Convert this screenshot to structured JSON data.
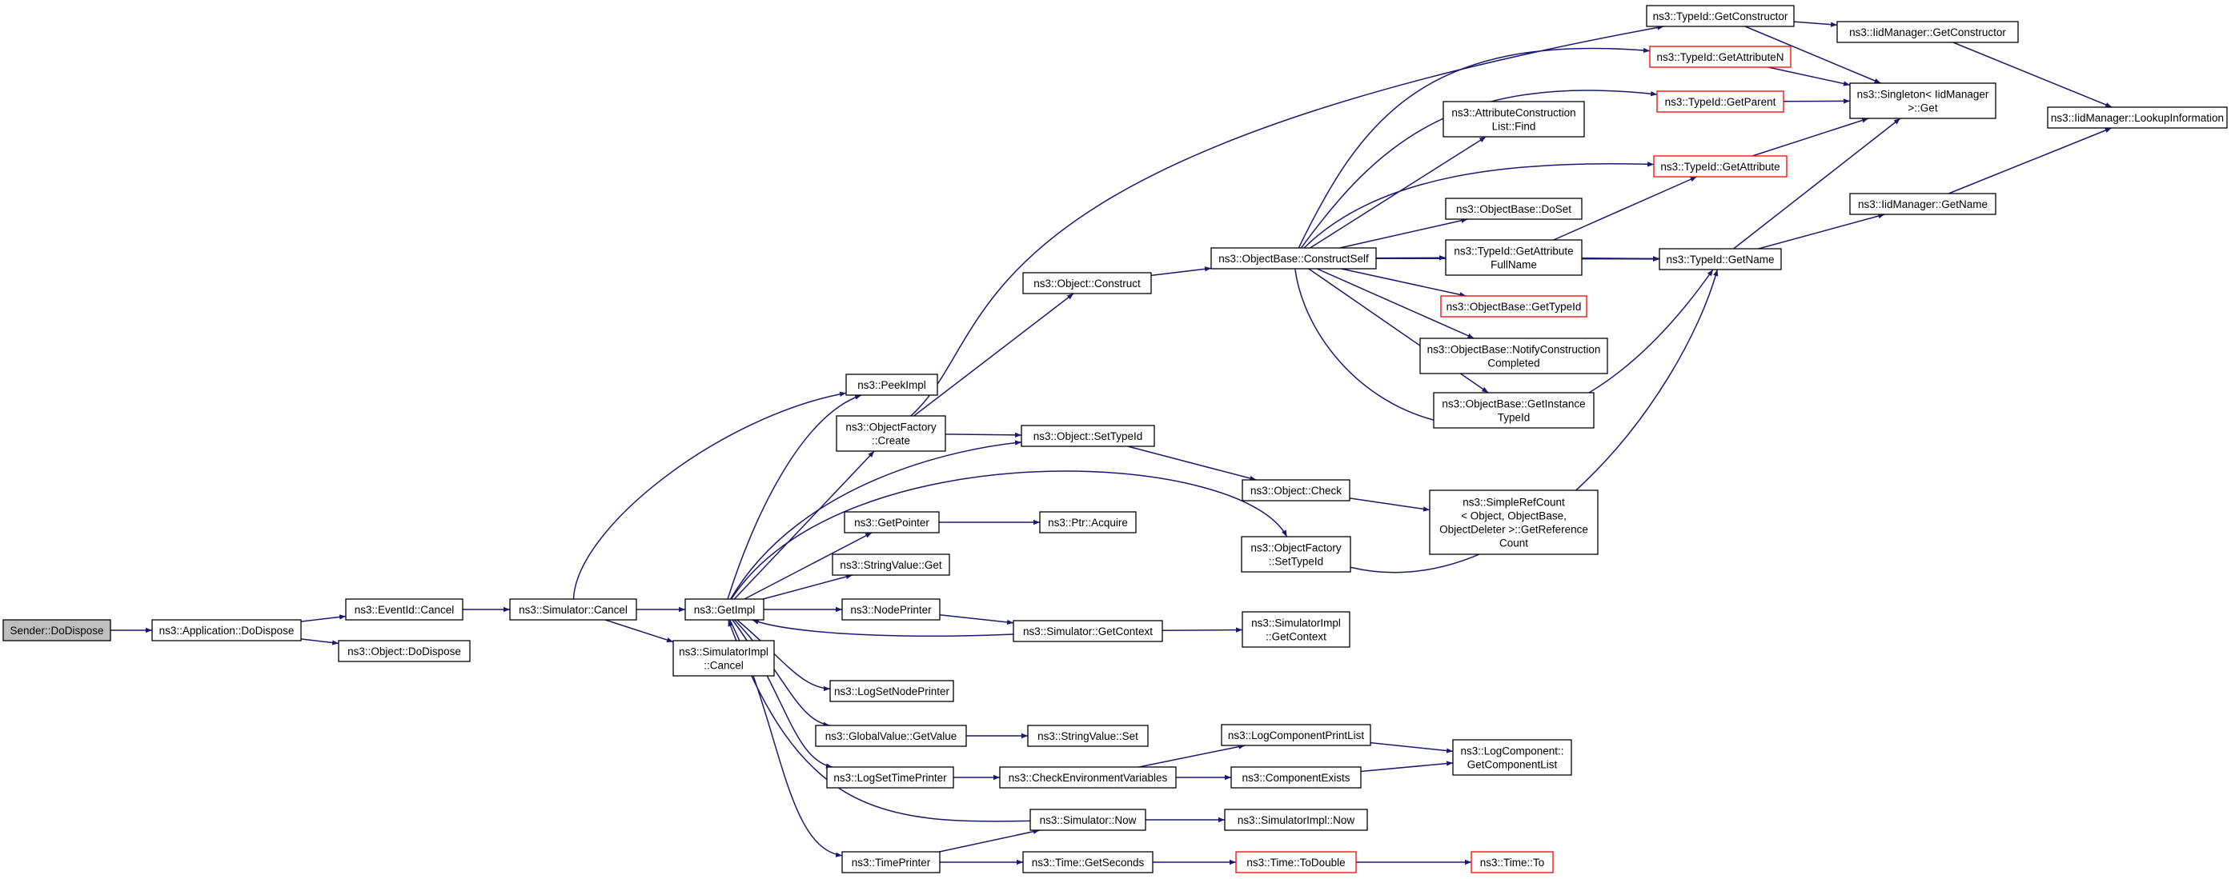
{
  "colors": {
    "edge": "#191970",
    "box_border": "#000000",
    "truncated_border": "#ff0000",
    "root_fill": "#bfbfbf"
  },
  "nodes": {
    "sender_dodispose": {
      "lines": [
        "Sender::DoDispose"
      ],
      "root": true
    },
    "app_dodispose": {
      "lines": [
        "ns3::Application::DoDispose"
      ]
    },
    "eventid_cancel": {
      "lines": [
        "ns3::EventId::Cancel"
      ]
    },
    "object_dodispose": {
      "lines": [
        "ns3::Object::DoDispose"
      ]
    },
    "simulator_cancel": {
      "lines": [
        "ns3::Simulator::Cancel"
      ]
    },
    "getimpl": {
      "lines": [
        "ns3::GetImpl"
      ]
    },
    "simulatorimpl_cancel": {
      "lines": [
        "ns3::SimulatorImpl",
        "::Cancel"
      ]
    },
    "peekimpl": {
      "lines": [
        "ns3::PeekImpl"
      ]
    },
    "objectfactory_create": {
      "lines": [
        "ns3::ObjectFactory",
        "::Create"
      ]
    },
    "getpointer": {
      "lines": [
        "ns3::GetPointer"
      ]
    },
    "stringvalue_get": {
      "lines": [
        "ns3::StringValue::Get"
      ]
    },
    "nodeprinter": {
      "lines": [
        "ns3::NodePrinter"
      ]
    },
    "logsetnodeprinter": {
      "lines": [
        "ns3::LogSetNodePrinter"
      ]
    },
    "globalvalue_getvalue": {
      "lines": [
        "ns3::GlobalValue::GetValue"
      ]
    },
    "logsettimeprinter": {
      "lines": [
        "ns3::LogSetTimePrinter"
      ]
    },
    "timeprinter": {
      "lines": [
        "ns3::TimePrinter"
      ]
    },
    "object_construct": {
      "lines": [
        "ns3::Object::Construct"
      ]
    },
    "object_settypeid": {
      "lines": [
        "ns3::Object::SetTypeId"
      ]
    },
    "ptr_acquire": {
      "lines": [
        "ns3::Ptr::Acquire"
      ]
    },
    "simulator_getcontext": {
      "lines": [
        "ns3::Simulator::GetContext"
      ]
    },
    "stringvalue_set": {
      "lines": [
        "ns3::StringValue::Set"
      ]
    },
    "checkenv": {
      "lines": [
        "ns3::CheckEnvironmentVariables"
      ]
    },
    "simulator_now": {
      "lines": [
        "ns3::Simulator::Now"
      ]
    },
    "time_getseconds": {
      "lines": [
        "ns3::Time::GetSeconds"
      ]
    },
    "objectbase_constructself": {
      "lines": [
        "ns3::ObjectBase::ConstructSelf"
      ]
    },
    "object_check": {
      "lines": [
        "ns3::Object::Check"
      ]
    },
    "objectfactory_settypeid": {
      "lines": [
        "ns3::ObjectFactory",
        "::SetTypeId"
      ]
    },
    "simulatorimpl_getcontext": {
      "lines": [
        "ns3::SimulatorImpl",
        "::GetContext"
      ]
    },
    "logcomponentprintlist": {
      "lines": [
        "ns3::LogComponentPrintList"
      ]
    },
    "componentexists": {
      "lines": [
        "ns3::ComponentExists"
      ]
    },
    "simulatorimpl_now": {
      "lines": [
        "ns3::SimulatorImpl::Now"
      ]
    },
    "time_todouble": {
      "lines": [
        "ns3::Time::ToDouble"
      ],
      "truncated": true
    },
    "attributeconstructionlist_find": {
      "lines": [
        "ns3::AttributeConstruction",
        "List::Find"
      ]
    },
    "objectbase_doset": {
      "lines": [
        "ns3::ObjectBase::DoSet"
      ]
    },
    "typeid_getattributefullname": {
      "lines": [
        "ns3::TypeId::GetAttribute",
        "FullName"
      ]
    },
    "objectbase_gettypeid": {
      "lines": [
        "ns3::ObjectBase::GetTypeId"
      ],
      "truncated": true
    },
    "objectbase_notifyconstructioncompleted": {
      "lines": [
        "ns3::ObjectBase::NotifyConstruction",
        "Completed"
      ]
    },
    "objectbase_getinstancetypeid": {
      "lines": [
        "ns3::ObjectBase::GetInstance",
        "TypeId"
      ]
    },
    "simplerefcount_getreferencecount": {
      "lines": [
        "ns3::SimpleRefCount",
        "< Object, ObjectBase,",
        "ObjectDeleter >::GetReference",
        "Count"
      ]
    },
    "logcomponent_getcomponentlist": {
      "lines": [
        "ns3::LogComponent::",
        "GetComponentList"
      ]
    },
    "time_to": {
      "lines": [
        "ns3::Time::To"
      ],
      "truncated": true
    },
    "typeid_getconstructor": {
      "lines": [
        "ns3::TypeId::GetConstructor"
      ]
    },
    "typeid_getattributen": {
      "lines": [
        "ns3::TypeId::GetAttributeN"
      ],
      "truncated": true
    },
    "typeid_getparent": {
      "lines": [
        "ns3::TypeId::GetParent"
      ],
      "truncated": true
    },
    "typeid_getattribute": {
      "lines": [
        "ns3::TypeId::GetAttribute"
      ],
      "truncated": true
    },
    "typeid_getname": {
      "lines": [
        "ns3::TypeId::GetName"
      ]
    },
    "iidmanager_getconstructor": {
      "lines": [
        "ns3::IidManager::GetConstructor"
      ]
    },
    "singleton_get": {
      "lines": [
        "ns3::Singleton< IidManager",
        " >::Get"
      ]
    },
    "iidmanager_getname": {
      "lines": [
        "ns3::IidManager::GetName"
      ]
    },
    "iidmanager_lookupinformation": {
      "lines": [
        "ns3::IidManager::LookupInformation"
      ]
    }
  }
}
